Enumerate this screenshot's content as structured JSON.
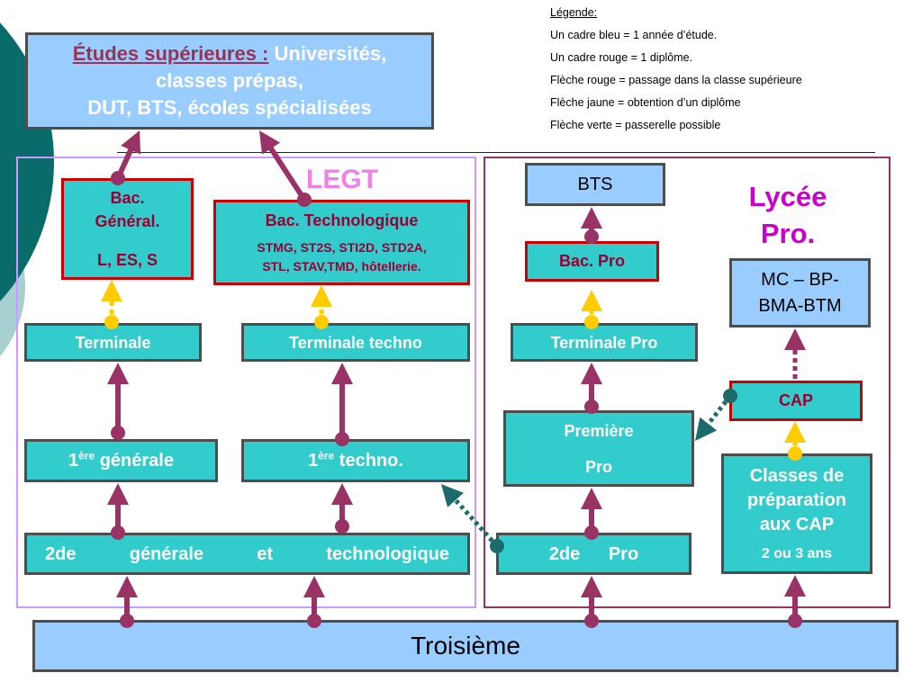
{
  "legend": {
    "title": "Légende:",
    "items": [
      "Un cadre bleu = 1 année d’étude.",
      "Un cadre rouge = 1 diplôme.",
      "Flèche rouge = passage dans la classe supérieure",
      "Flèche jaune = obtention d’un diplôme",
      "Flèche verte = passerelle possible"
    ]
  },
  "higher_education": {
    "heading": "Études supérieures :",
    "line1_rest": " Universités,",
    "line2": "classes prépas,",
    "line3": "DUT, BTS, écoles spécialisées"
  },
  "legt": {
    "label": "LEGT",
    "bac_general": {
      "line1": "Bac.",
      "line2": "Général.",
      "line3": "L, ES, S"
    },
    "bac_technologique": {
      "title": "Bac. Technologique",
      "series_line1": "STMG, ST2S, STI2D, STD2A,",
      "series_line2": "STL, STAV,TMD, hôtellerie."
    },
    "terminale": "Terminale",
    "terminale_techno": "Terminale techno",
    "premiere_generale": {
      "number": "1",
      "sup": "ère",
      "rest": " générale"
    },
    "premiere_techno": {
      "number": "1",
      "sup": "ère",
      "rest": " techno."
    },
    "seconde": "2de générale et technologique"
  },
  "lycee_pro": {
    "label_line1": "Lycée",
    "label_line2": "Pro.",
    "bts": "BTS",
    "bac_pro": "Bac. Pro",
    "terminale_pro": "Terminale Pro",
    "premiere_pro": {
      "line1": "Première",
      "line2": "Pro"
    },
    "seconde_pro": "2de Pro",
    "mc": {
      "line1": "MC – BP-",
      "line2": "BMA-BTM"
    },
    "cap": "CAP",
    "prep_cap": {
      "line1": "Classes de",
      "line2": "préparation",
      "line3": "aux CAP",
      "duration": "2 ou 3 ans"
    }
  },
  "troisieme": "Troisième",
  "colors": {
    "teal-box": "#33cccc",
    "blue-box": "#99ccff",
    "box-border": "#4d4d4d",
    "diploma-border": "#cc0000",
    "diploma-text": "#990033",
    "higher-ed-heading": "#993355",
    "arrow-red": "#993366",
    "arrow-yellow": "#ffcc00",
    "arrow-green": "#1b6b6b",
    "legt-frame": "#cc99ff",
    "legt-label": "#f27fe9",
    "pro-frame": "#993366",
    "pro-label": "#cc00cc",
    "circle-dark": "#0a6b6b",
    "circle-light": "#a8d0d0"
  }
}
